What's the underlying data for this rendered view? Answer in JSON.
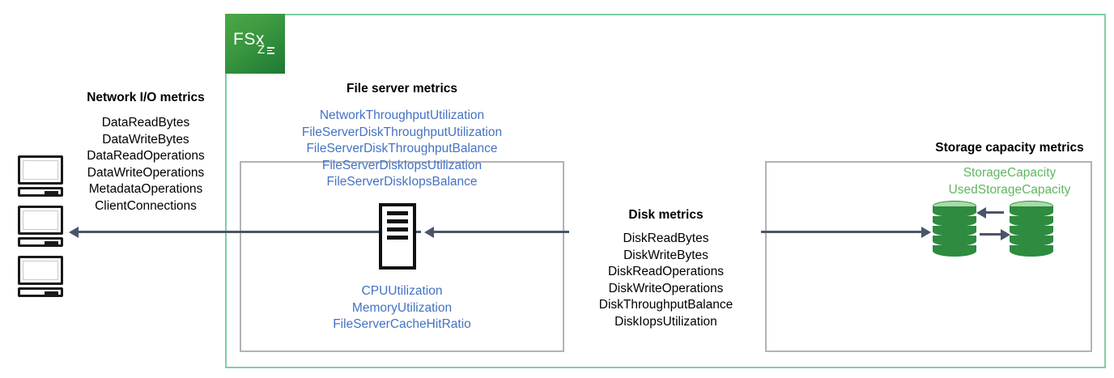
{
  "diagram": {
    "logo": {
      "name": "FSx",
      "subscript": "Z",
      "alt": "Amazon FSx logo"
    },
    "network_section": {
      "heading": "Network I/O metrics",
      "metrics": [
        "DataReadBytes",
        "DataWriteBytes",
        "DataReadOperations",
        "DataWriteOperations",
        "MetadataOperations",
        "ClientConnections"
      ]
    },
    "file_server_section": {
      "heading": "File server metrics",
      "metrics_upper": [
        "NetworkThroughputUtilization",
        "FileServerDiskThroughputUtilization",
        "FileServerDiskThroughputBalance",
        "FileServerDiskIopsUtilization",
        "FileServerDiskIopsBalance"
      ],
      "metrics_lower": [
        "CPUUtilization",
        "MemoryUtilization",
        "FileServerCacheHitRatio"
      ]
    },
    "disk_section": {
      "heading": "Disk metrics",
      "metrics": [
        "DiskReadBytes",
        "DiskWriteBytes",
        "DiskReadOperations",
        "DiskWriteOperations",
        "DiskThroughputBalance",
        "DiskIopsUtilization"
      ]
    },
    "storage_section": {
      "heading": "Storage capacity metrics",
      "metrics": [
        "StorageCapacity",
        "UsedStorageCapacity"
      ]
    },
    "icons": {
      "clients": [
        "computer-icon",
        "computer-icon",
        "computer-icon"
      ],
      "server": "server-tower-icon",
      "storage": [
        "database-cylinder-icon",
        "database-cylinder-icon"
      ]
    },
    "colors": {
      "outer_frame": "#7ecfa6",
      "inner_box": "#b3b3b3",
      "blue_metric_text": "#4472c4",
      "green_metric_text": "#5fb760",
      "black_text": "#000000",
      "arrow": "#4a5568",
      "logo_green": "#3f9b41",
      "cylinder_green": "#2e8b3f"
    }
  }
}
